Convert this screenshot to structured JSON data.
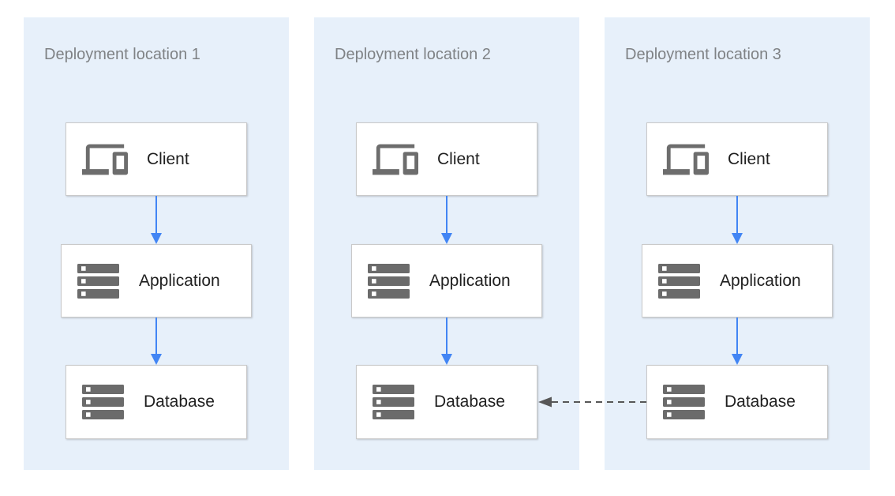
{
  "diagram": {
    "panels": [
      {
        "title": "Deployment location 1",
        "nodes": [
          {
            "label": "Client",
            "icon": "devices-icon"
          },
          {
            "label": "Application",
            "icon": "server-stack-icon"
          },
          {
            "label": "Database",
            "icon": "server-stack-icon"
          }
        ]
      },
      {
        "title": "Deployment location 2",
        "nodes": [
          {
            "label": "Client",
            "icon": "devices-icon"
          },
          {
            "label": "Application",
            "icon": "server-stack-icon"
          },
          {
            "label": "Database",
            "icon": "server-stack-icon"
          }
        ]
      },
      {
        "title": "Deployment location 3",
        "nodes": [
          {
            "label": "Client",
            "icon": "devices-icon"
          },
          {
            "label": "Application",
            "icon": "server-stack-icon"
          },
          {
            "label": "Database",
            "icon": "server-stack-icon"
          }
        ]
      }
    ],
    "edges": [
      {
        "panel": "Deployment location 1",
        "from": "Client",
        "to": "Application",
        "style": "solid",
        "color": "#4285f4"
      },
      {
        "panel": "Deployment location 1",
        "from": "Application",
        "to": "Database",
        "style": "solid",
        "color": "#4285f4"
      },
      {
        "panel": "Deployment location 2",
        "from": "Client",
        "to": "Application",
        "style": "solid",
        "color": "#4285f4"
      },
      {
        "panel": "Deployment location 2",
        "from": "Application",
        "to": "Database",
        "style": "solid",
        "color": "#4285f4"
      },
      {
        "panel": "Deployment location 3",
        "from": "Client",
        "to": "Application",
        "style": "solid",
        "color": "#4285f4"
      },
      {
        "panel": "Deployment location 3",
        "from": "Application",
        "to": "Database",
        "style": "solid",
        "color": "#4285f4"
      },
      {
        "from": "Database (Deployment location 3)",
        "to": "Database (Deployment location 2)",
        "style": "dashed",
        "color": "#575757"
      }
    ],
    "colors": {
      "panel_background": "#e7f0fa",
      "panel_title_text": "#7f8285",
      "node_background": "#ffffff",
      "node_border": "#c9c9c9",
      "node_label_text": "#1f1f1f",
      "icon_gray": "#6d6d6d",
      "flow_arrow_blue": "#4285f4",
      "replication_arrow_gray": "#575757"
    }
  }
}
